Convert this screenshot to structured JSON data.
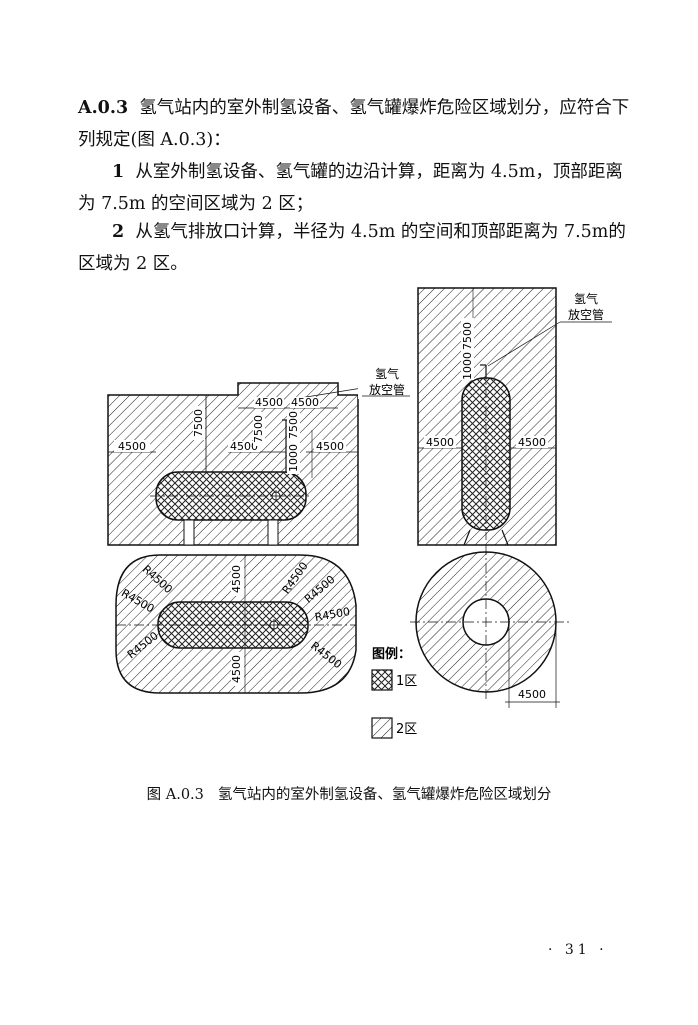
{
  "section": {
    "number": "A.0.3",
    "heading": "氢气站内的室外制氢设备、氢气罐爆炸危险区域划分，应符合下列规定(图 A.0.3)：",
    "items": [
      {
        "num": "1",
        "text": "从室外制氢设备、氢气罐的边沿计算，距离为 4.5m，顶部距离为 7.5m 的空间区域为 2 区；"
      },
      {
        "num": "2",
        "text": "从氢气排放口计算，半径为 4.5m 的空间和顶部距离为 7.5m的区域为 2 区。"
      }
    ]
  },
  "figure": {
    "labels": {
      "vent_pipe_left": [
        "氢气",
        "放空管"
      ],
      "vent_pipe_right": [
        "氢气",
        "放空管"
      ],
      "legend_title": "图例：",
      "zone1": "1区",
      "zone2": "2区"
    },
    "dims": {
      "d4500": "4500",
      "d7500": "7500",
      "d1000": "1000",
      "r4500": "R4500"
    }
  },
  "caption": {
    "number": "图 A.0.3",
    "text": "氢气站内的室外制氢设备、氢气罐爆炸危险区域划分"
  },
  "page_number": "· 31 ·"
}
